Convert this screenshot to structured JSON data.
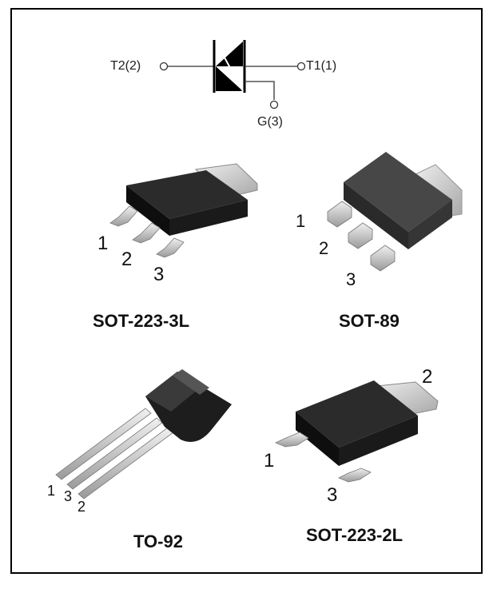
{
  "symbol": {
    "t2_label": "T2(2)",
    "t1_label": "T1(1)",
    "g_label": "G(3)"
  },
  "packages": {
    "sot223_3l": {
      "label": "SOT-223-3L",
      "pins": [
        "1",
        "2",
        "3"
      ]
    },
    "sot89": {
      "label": "SOT-89",
      "pins": [
        "1",
        "2",
        "3"
      ]
    },
    "to92": {
      "label": "TO-92",
      "pins": [
        "1",
        "3",
        "2"
      ]
    },
    "sot223_2l": {
      "label": "SOT-223-2L",
      "pins": [
        "1",
        "2",
        "3"
      ]
    }
  },
  "colors": {
    "border": "#000000",
    "package_body": "#1a1a1a",
    "sot89_body": "#3a3a3a",
    "lead": "#c8c8c8"
  }
}
